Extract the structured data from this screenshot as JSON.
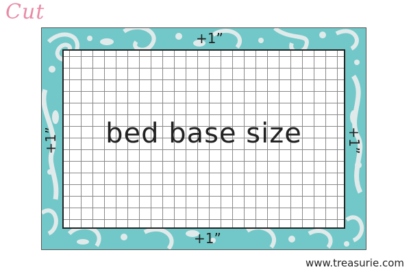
{
  "heading": "Cut",
  "base_label": "bed base size",
  "allowances": {
    "top": "+1”",
    "bottom": "+1”",
    "left": "+1”",
    "right": "+1”"
  },
  "website": "www.treasurie.com",
  "colors": {
    "heading": "#e98aa6",
    "fabric": "#72c8c8",
    "fabric_pattern": "#f4f0f2",
    "grid_line": "#888888"
  }
}
